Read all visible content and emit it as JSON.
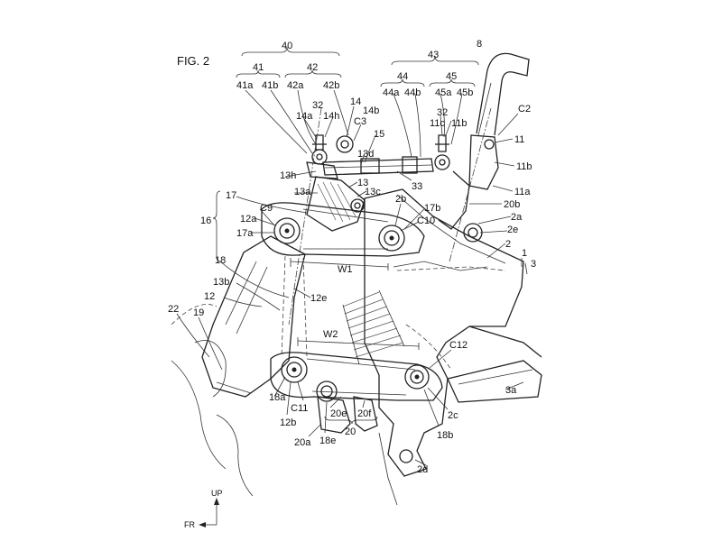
{
  "figure": {
    "title": "FIG. 2"
  },
  "labels": {
    "l40": "40",
    "l41": "41",
    "l42": "42",
    "l41a": "41a",
    "l41b": "41b",
    "l42a": "42a",
    "l42b": "42b",
    "l43": "43",
    "l44": "44",
    "l45": "45",
    "l44a": "44a",
    "l44b": "44b",
    "l45a": "45a",
    "l45b": "45b",
    "l8": "8",
    "l32a": "32",
    "l14a": "14a",
    "l14h": "14h",
    "l14": "14",
    "l14b": "14b",
    "lC3": "C3",
    "l15": "15",
    "l13d": "13d",
    "l13h": "13h",
    "l13": "13",
    "l13c": "13c",
    "l13a": "13a",
    "l33": "33",
    "l32b": "32",
    "l11c": "11c",
    "l11b_top": "11b",
    "lC2": "C2",
    "l11": "11",
    "l11b": "11b",
    "l11a": "11a",
    "l20b": "20b",
    "l2a": "2a",
    "l2e": "2e",
    "l2": "2",
    "l1": "1",
    "l3": "3",
    "l17": "17",
    "lC9": "C9",
    "l12a": "12a",
    "l16": "16",
    "l17a": "17a",
    "l2b": "2b",
    "l17b": "17b",
    "lC10": "C10",
    "lW1": "W1",
    "l18": "18",
    "l13b": "13b",
    "l12": "12",
    "l12e": "12e",
    "l22": "22",
    "l19": "19",
    "lW2": "W2",
    "lC12": "C12",
    "l18a": "18a",
    "lC11": "C11",
    "l12b": "12b",
    "l20e": "20e",
    "l20f": "20f",
    "l20": "20",
    "l18e": "18e",
    "l20a": "20a",
    "l18b": "18b",
    "l2c": "2c",
    "l3a": "3a",
    "l2d": "2d"
  },
  "axis": {
    "up": "UP",
    "fr": "FR"
  }
}
